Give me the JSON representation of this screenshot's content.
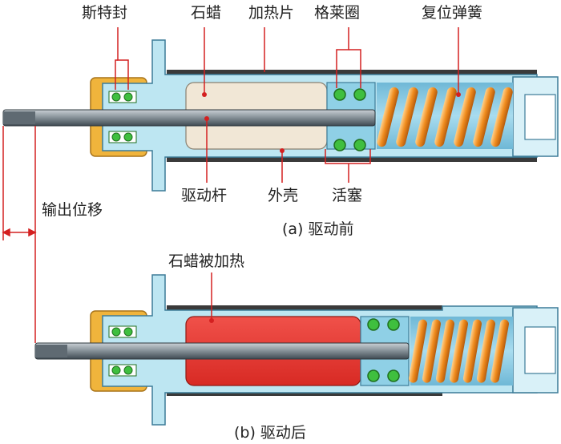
{
  "labels": {
    "stirling_seal": "斯特封",
    "paraffin": "石蜡",
    "heater": "加热片",
    "glyd_ring": "格莱圈",
    "return_spring": "复位弹簧",
    "drive_rod": "驱动杆",
    "shell": "外壳",
    "piston": "活塞",
    "output_displacement": "输出位移",
    "paraffin_heated": "石蜡被加热"
  },
  "captions": {
    "before": "(a) 驱动前",
    "after": "(b) 驱动后"
  },
  "colors": {
    "housing_blue": "#bde6f2",
    "housing_stroke": "#3d7c98",
    "inner_blue": "#8fd0e6",
    "flange_blue": "#a9dbed",
    "rod_gray": "#7f8a92",
    "paraffin_cold": "#f1e7d6",
    "paraffin_hot": "#e83a33",
    "seal_gold": "#f0b43c",
    "spring_orange": "#f08c1e",
    "green_ring": "#3fbf3f",
    "leader_red": "#d42020",
    "heater_dark": "#3a3a3a"
  }
}
